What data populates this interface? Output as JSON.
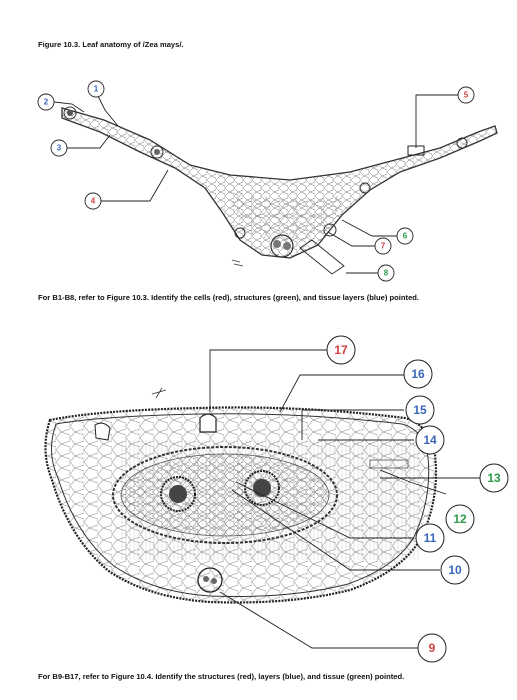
{
  "figure1": {
    "caption": "Figure 10.3. Leaf anatomy of /Zea mays/.",
    "instruction": "For B1-B8, refer to Figure 10.3. Identify the cells (red), structures (green), and tissue layers (blue) pointed.",
    "labels": [
      "1",
      "2",
      "3",
      "4",
      "5",
      "6",
      "7",
      "8"
    ],
    "colors": {
      "1": "#3a66b8",
      "2": "#3a66b8",
      "3": "#3a66b8",
      "4": "#d04040",
      "5": "#d04040",
      "6": "#2e9a4a",
      "7": "#d04040",
      "8": "#2e9a4a"
    }
  },
  "figure2": {
    "instruction": "For B9-B17, refer to Figure 10.4. Identify the structures (red), layers (blue), and tissue (green) pointed.",
    "labels": [
      "9",
      "10",
      "11",
      "12",
      "13",
      "14",
      "15",
      "16",
      "17"
    ],
    "colors": {
      "9": "#d04040",
      "10": "#3a66b8",
      "11": "#3a66b8",
      "12": "#2e9a4a",
      "13": "#2e9a4a",
      "14": "#3a66b8",
      "15": "#3a66b8",
      "16": "#3a66b8",
      "17": "#d04040"
    }
  }
}
